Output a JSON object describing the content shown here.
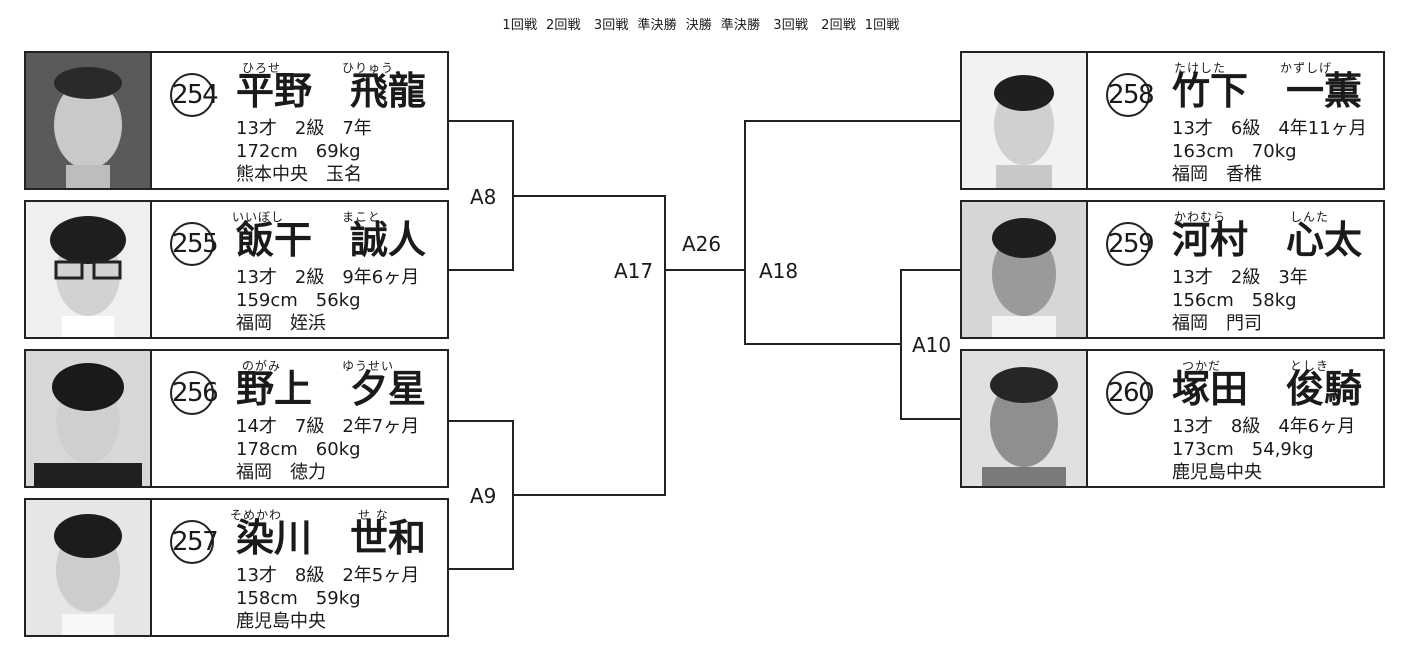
{
  "rounds": "1回戦  2回戦   3回戦  準決勝  決勝  準決勝   3回戦   2回戦  1回戦",
  "players": [
    {
      "num": "254",
      "ruby_family": "ひろせ",
      "ruby_given": "ひりゅう",
      "name": "平野　飛龍",
      "line1": "13才　2級　7年",
      "line2": "172cm　69kg",
      "line3": "熊本中央　玉名"
    },
    {
      "num": "255",
      "ruby_family": "いいぼし",
      "ruby_given": "まこと",
      "name": "飯干　誠人",
      "line1": "13才　2級　9年6ヶ月",
      "line2": "159cm　56kg",
      "line3": "福岡　姪浜"
    },
    {
      "num": "256",
      "ruby_family": "のがみ",
      "ruby_given": "ゆうせい",
      "name": "野上　夕星",
      "line1": "14才　7級　2年7ヶ月",
      "line2": "178cm　60kg",
      "line3": "福岡　徳力"
    },
    {
      "num": "257",
      "ruby_family": "そめかわ",
      "ruby_given": "せ な",
      "name": "染川　世和",
      "line1": "13才　8級　2年5ヶ月",
      "line2": "158cm　59kg",
      "line3": "鹿児島中央"
    },
    {
      "num": "258",
      "ruby_family": "たけした",
      "ruby_given": "かずしげ",
      "name": "竹下　一薫",
      "line1": "13才　6級　4年11ヶ月",
      "line2": "163cm　70kg",
      "line3": "福岡　香椎"
    },
    {
      "num": "259",
      "ruby_family": "かわむら",
      "ruby_given": "しんた",
      "name": "河村　心太",
      "line1": "13才　2級　3年",
      "line2": "156cm　58kg",
      "line3": "福岡　門司"
    },
    {
      "num": "260",
      "ruby_family": "つかだ",
      "ruby_given": "としき",
      "name": "塚田　俊騎",
      "line1": "13才　8級　4年6ヶ月",
      "line2": "173cm　54,9kg",
      "line3": "鹿児島中央"
    }
  ],
  "matches": {
    "a8": "A8",
    "a9": "A9",
    "a10": "A10",
    "a17": "A17",
    "a18": "A18",
    "a26": "A26"
  }
}
